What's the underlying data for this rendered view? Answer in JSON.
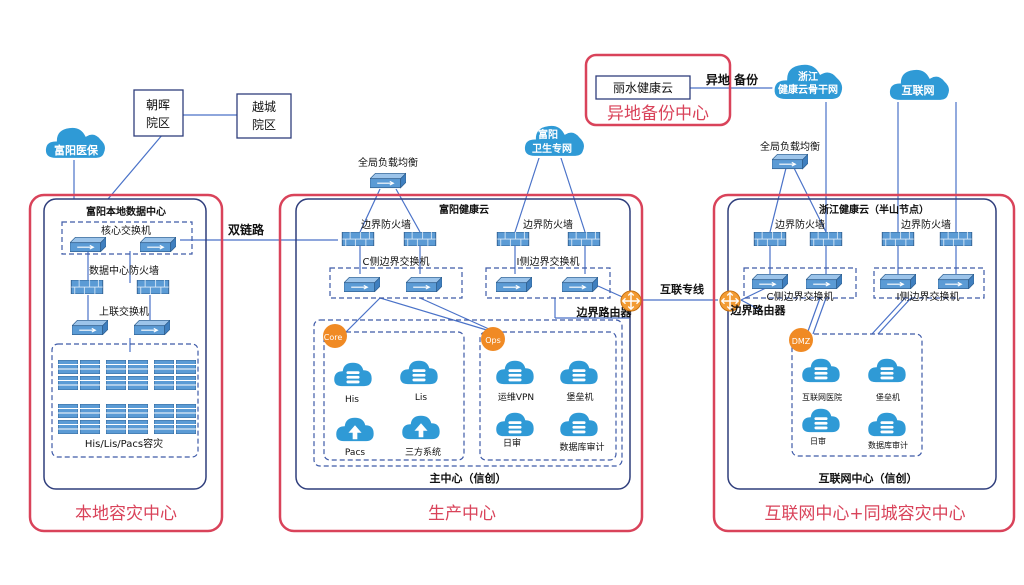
{
  "colors": {
    "zone_border": "#d9435a",
    "inner_border": "#2f3e7c",
    "dashed": "#3e5aa8",
    "device_blue": "#5b9bd5",
    "device_dark": "#2e5e8e",
    "link": "#4a72c8",
    "orange": "#f39c34",
    "cloud_fill": "#2f9ad6",
    "dmz_orange": "#f08a24"
  },
  "zones": {
    "local_dr": "本地容灾中心",
    "production": "生产中心",
    "internet_dr": "互联网中心+同城容灾中心",
    "offsite_backup": "异地备份中心"
  },
  "top_left": {
    "cloud_yibao": "富阳医保",
    "campus1_line1": "朝晖",
    "campus1_line2": "院区",
    "campus2_line1": "越城",
    "campus2_line2": "院区"
  },
  "local_dc": {
    "title": "富阳本地数据中心",
    "core_switch": "核心交换机",
    "dc_firewall": "数据中心防火墙",
    "uplink_switch": "上联交换机",
    "servers_label": "His/Lis/Pacs容灾"
  },
  "dual_link": "双链路",
  "production": {
    "global_lb": "全局负载均衡",
    "cloud_weisheng_line1": "富阳",
    "cloud_weisheng_line2": "卫生专网",
    "title": "富阳健康云",
    "border_fw_left": "边界防火墙",
    "border_fw_right": "边界防火墙",
    "c_switch": "C侧边界交换机",
    "i_switch": "I侧边界交换机",
    "border_router": "边界路由器",
    "core_tag": "Core",
    "ops_tag": "Ops",
    "apps_left": [
      "His",
      "Lis",
      "Pacs",
      "三方系统"
    ],
    "apps_right": [
      "运维VPN",
      "堡垒机",
      "日审",
      "数据库审计"
    ],
    "footer": "主中心（信创）"
  },
  "interconnect": "互联专线",
  "offsite": {
    "lishui": "丽水健康云",
    "offsite_backup_link": "异地 备份",
    "zj_cloud_line1": "浙江",
    "zj_cloud_line2": "健康云骨干网",
    "internet_cloud": "互联网"
  },
  "internet_center": {
    "global_lb": "全局负载均衡",
    "title": "浙江健康云（半山节点）",
    "border_fw_left": "边界防火墙",
    "border_fw_right": "边界防火墙",
    "c_switch": "C侧边界交换机",
    "i_switch": "I侧边界交换机",
    "border_router": "边界路由器",
    "dmz_tag": "DMZ",
    "apps": [
      "互联网医院",
      "堡垒机",
      "日审",
      "数据库审计"
    ],
    "footer": "互联网中心（信创）"
  }
}
